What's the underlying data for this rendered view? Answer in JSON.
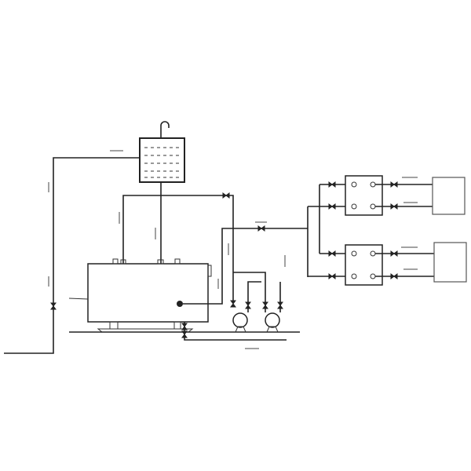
{
  "diagram": {
    "type": "piping schematic",
    "components": [
      "expansion-tank",
      "boiler",
      "circulation-pump-1",
      "circulation-pump-2",
      "heat-exchanger-1",
      "heat-exchanger-2",
      "consumer-1",
      "consumer-2"
    ],
    "colors": {
      "line": "#222222",
      "background": "#ffffff"
    }
  }
}
